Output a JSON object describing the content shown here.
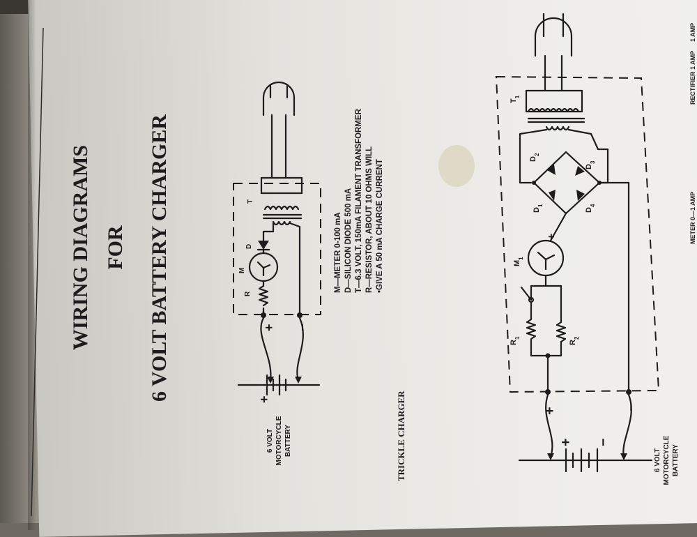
{
  "title": {
    "line1": "WIRING DIAGRAMS",
    "line2": "FOR",
    "line3": "6 VOLT BATTERY CHARGER"
  },
  "legend": {
    "m": "M—METER 0-100 mA",
    "d": "D—SILICON DIODE 500 mA",
    "t": "T—6.3 VOLT, 150mA FILAMENT TRANSFORMER",
    "r": "R—RESISTOR, ABOUT 10 OHMS WILL",
    "note": "•GIVE A 50 mA CHARGE CURRENT"
  },
  "trickle": {
    "caption": "TRICKLE CHARGER",
    "label_r": "R",
    "label_m": "M",
    "label_d": "D",
    "label_t": "T",
    "plus": "+",
    "minus": "−",
    "battery_plus": "+",
    "battery_line1": "6 VOLT",
    "battery_line2": "MOTORCYCLE",
    "battery_line3": "BATTERY"
  },
  "full": {
    "label_t1": "T",
    "label_t1_sub": "1",
    "label_m1": "M",
    "label_m1_sub": "1",
    "label_r1": "R",
    "label_r1_sub": "1",
    "label_r2": "R",
    "label_r2_sub": "2",
    "label_d1": "D",
    "label_d1_sub": "1",
    "label_d2": "D",
    "label_d2_sub": "2",
    "label_d3": "D",
    "label_d3_sub": "3",
    "label_d4": "D",
    "label_d4_sub": "4",
    "meter_plus": "+",
    "plus": "+",
    "minus": "−",
    "battery_plus": "+",
    "battery_minus": "−",
    "battery_line1": "6 VOLT",
    "battery_line2": "MOTORCYCLE",
    "battery_line3": "BATTERY",
    "edge_text_1": "METER 0—1 AMP",
    "edge_text_2": "RECTIFIER 1 AMP",
    "edge_text_3": "1 AMP"
  }
}
